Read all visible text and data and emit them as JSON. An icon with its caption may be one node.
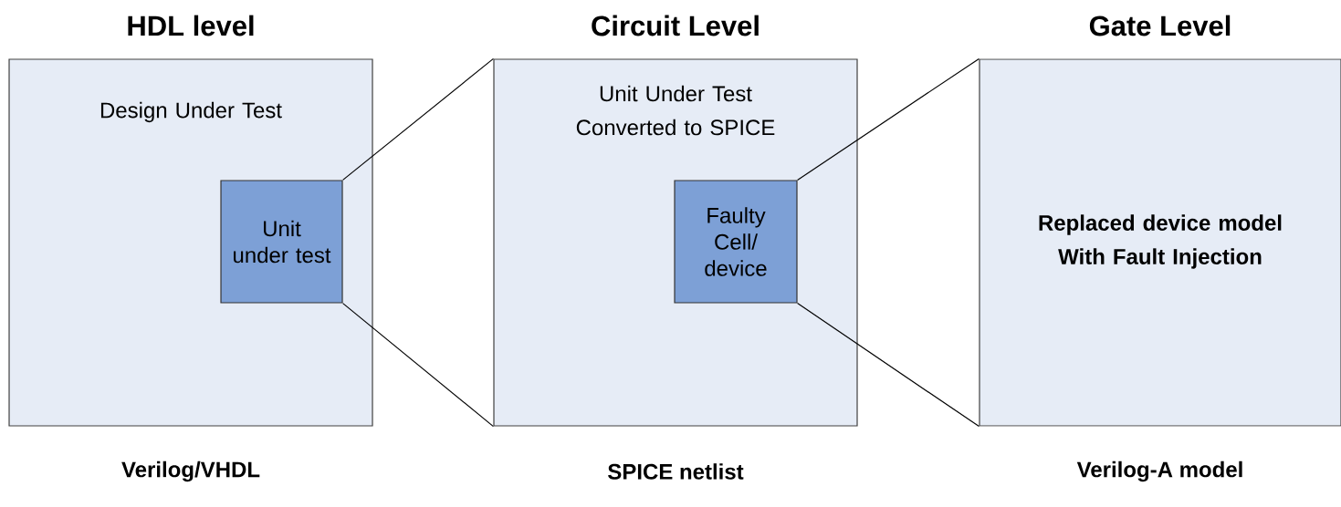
{
  "diagram": {
    "nodes": [
      {
        "text": [
          "HDL level",
          "Design Under Test"
        ],
        "beside": [
          "Verilog/VHDL"
        ]
      },
      {
        "text": [
          "Unit under test"
        ],
        "in": 0
      },
      {
        "text": [
          "Circuit Level",
          "Unit Under Test Converted to SPICE"
        ],
        "beside": [
          "SPICE netlist"
        ]
      },
      {
        "text": [
          "Faulty Cell/ device"
        ],
        "in": 2
      },
      {
        "text": [
          "Gate Level",
          "Replaced device model With Fault Injection"
        ],
        "beside": [
          "Verilog-A model"
        ]
      }
    ],
    "edges": [
      {
        "from": 1,
        "to": 2,
        "arrow": "none"
      },
      {
        "from": 1,
        "to": 2,
        "arrow": "none"
      },
      {
        "from": 3,
        "to": 4,
        "arrow": "none"
      },
      {
        "from": 3,
        "to": 4,
        "arrow": "none"
      }
    ]
  }
}
